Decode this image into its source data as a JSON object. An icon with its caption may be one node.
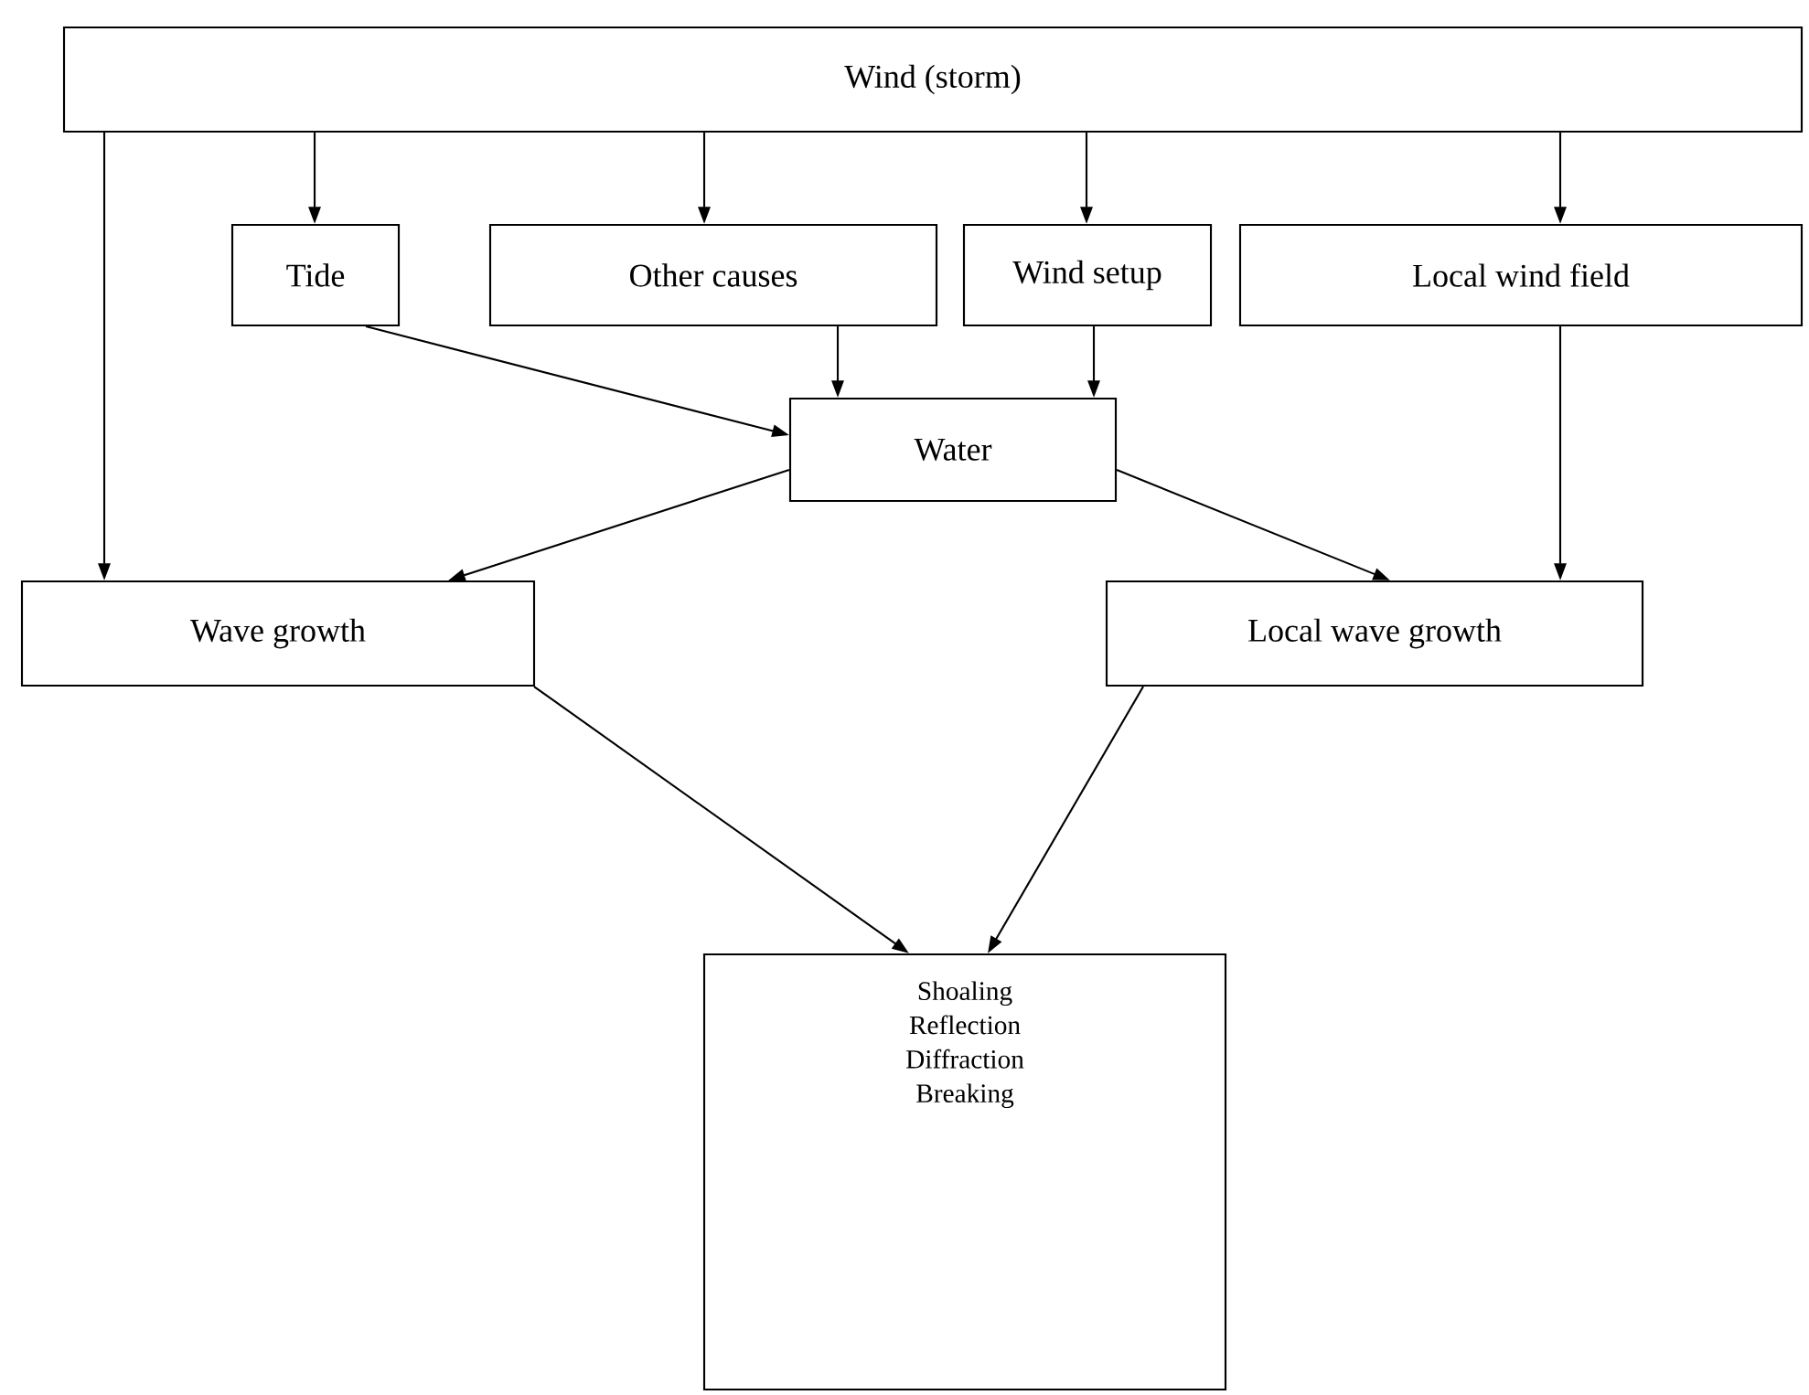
{
  "diagram": {
    "nodes": [
      {
        "text": [
          "Wind (storm)"
        ]
      },
      {
        "text": [
          "Tide"
        ]
      },
      {
        "text": [
          "Other causes"
        ]
      },
      {
        "text": [
          "Wind setup"
        ]
      },
      {
        "text": [
          "Local wind field"
        ]
      },
      {
        "text": [
          "Water"
        ]
      },
      {
        "text": [
          "Wave growth"
        ]
      },
      {
        "text": [
          "Local wave growth"
        ]
      },
      {
        "text": [
          "Shoaling",
          "Reflection",
          "Diffraction",
          "Breaking"
        ]
      }
    ],
    "edges": [
      {
        "from": 0,
        "to": 6,
        "arrow": "to"
      },
      {
        "from": 0,
        "to": 1,
        "arrow": "to"
      },
      {
        "from": 0,
        "to": 2,
        "arrow": "to"
      },
      {
        "from": 0,
        "to": 3,
        "arrow": "to"
      },
      {
        "from": 0,
        "to": 4,
        "arrow": "to"
      },
      {
        "from": 1,
        "to": 5,
        "arrow": "to"
      },
      {
        "from": 2,
        "to": 5,
        "arrow": "to"
      },
      {
        "from": 3,
        "to": 5,
        "arrow": "to"
      },
      {
        "from": 4,
        "to": 7,
        "arrow": "to"
      },
      {
        "from": 5,
        "to": 6,
        "arrow": "to"
      },
      {
        "from": 5,
        "to": 7,
        "arrow": "to"
      },
      {
        "from": 6,
        "to": 8,
        "arrow": "to"
      },
      {
        "from": 7,
        "to": 8,
        "arrow": "to"
      }
    ]
  }
}
